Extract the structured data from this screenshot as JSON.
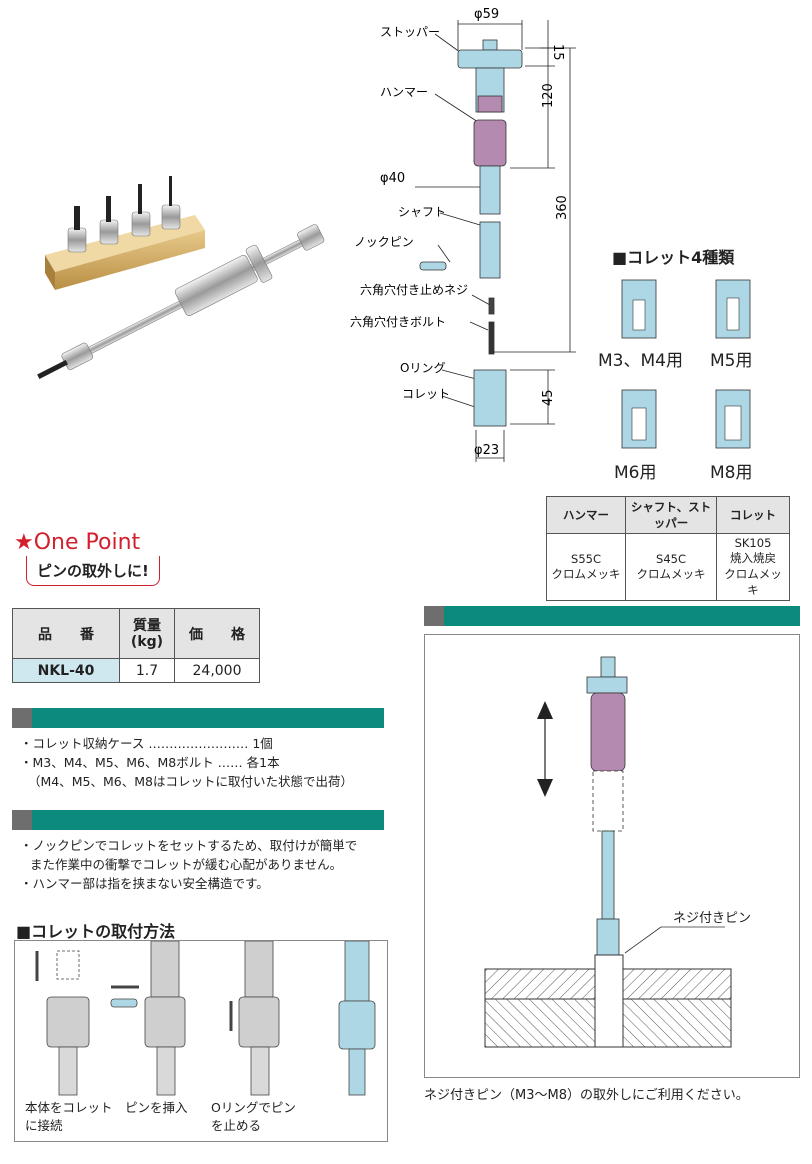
{
  "diagram_labels": {
    "dim_phi59": "φ59",
    "dim_15": "15",
    "dim_120": "120",
    "dim_360": "360",
    "dim_45": "45",
    "dim_phi40": "φ40",
    "dim_phi23": "φ23",
    "stopper": "ストッパー",
    "hammer": "ハンマー",
    "shaft": "シャフト",
    "knock_pin": "ノックピン",
    "hex_set_screw": "六角穴付き止めネジ",
    "hex_bolt": "六角穴付きボルト",
    "o_ring": "Oリング",
    "collet": "コレット"
  },
  "collet_types": {
    "title": "■コレット4種類",
    "items": [
      "M3、M4用",
      "M5用",
      "M6用",
      "M8用"
    ]
  },
  "material_table": {
    "headers": [
      "ハンマー",
      "シャフト、ストッパー",
      "コレット"
    ],
    "row": [
      [
        "S55C",
        "クロムメッキ"
      ],
      [
        "S45C",
        "クロムメッキ"
      ],
      [
        "SK105",
        "焼入焼戻",
        "クロムメッキ"
      ]
    ]
  },
  "one_point": {
    "title": "★One Point",
    "text": "ピンの取外しに!"
  },
  "product_table": {
    "headers": [
      "品　　番",
      "質量\n(kg)",
      "価　　格"
    ],
    "row": [
      "NKL-40",
      "1.7",
      "24,000"
    ]
  },
  "accessories": [
    "・コレット収納ケース …………………… 1個",
    "・M3、M4、M5、M6、M8ボルト …… 各1本",
    "（M4、M5、M6、M8はコレットに取付いた状態で出荷）"
  ],
  "features": [
    "・ノックピンでコレットをセットするため、取付けが簡単で",
    "また作業中の衝撃でコレットが緩む心配がありません。",
    "・ハンマー部は指を挟まない安全構造です。"
  ],
  "install": {
    "title": "■コレットの取付方法",
    "steps": [
      "本体をコレット\nに接続",
      "ピンを挿入",
      "Oリングでピン\nを止める"
    ]
  },
  "usage": {
    "pin_label": "ネジ付きピン",
    "caption": "ネジ付きピン（M3〜M8）の取外しにご利用ください。"
  },
  "colors": {
    "teal": "#0d8a7e",
    "red": "#d2202f",
    "part_blue": "#aed7e6"
  }
}
